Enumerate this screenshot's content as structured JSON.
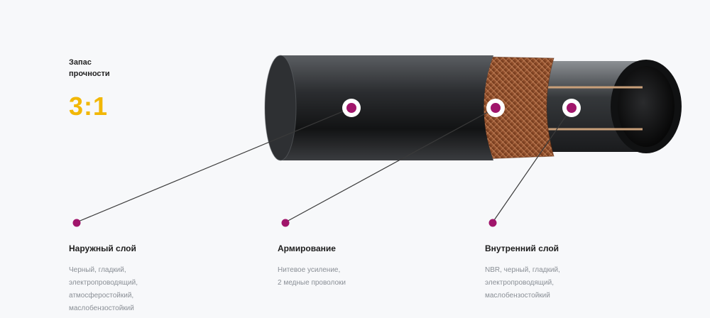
{
  "strength": {
    "label": "Запас\nпрочности",
    "value": "3:1"
  },
  "layers": [
    {
      "title": "Наружный слой",
      "desc": [
        "Черный, гладкий,",
        "электропроводящий,",
        "атмосферостойкий,",
        "маслобензостойкий"
      ]
    },
    {
      "title": "Армирование",
      "desc": [
        "Нитевое усиление,",
        "2 медные проволоки"
      ]
    },
    {
      "title": "Внутренний слой",
      "desc": [
        "NBR, черный, гладкий,",
        "электропроводящий,",
        "маслобензостойкий"
      ]
    }
  ],
  "colors": {
    "accent": "#f2b705",
    "marker": "#a0156b"
  }
}
